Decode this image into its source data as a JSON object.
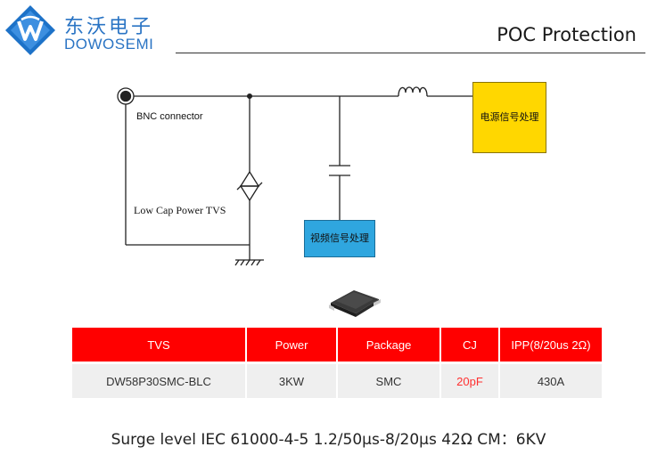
{
  "brand": {
    "name_cn": "东沃电子",
    "name_en": "DOWOSEMI",
    "logo_icon": "dw-diamond-logo",
    "color": "#2a74c4"
  },
  "page": {
    "title": "POC Protection"
  },
  "circuit": {
    "bnc_label": "BNC connector",
    "tvs_label": "Low Cap Power TVS",
    "power_block_label": "电源信号处理",
    "video_block_label": "视频信号处理",
    "power_block_color": "#ffd700",
    "video_block_color": "#2fa6df"
  },
  "table": {
    "header_color": "#ff0000",
    "highlight_color": "#ff3030",
    "headers": [
      "TVS",
      "Power",
      "Package",
      "CJ",
      "IPP(8/20us 2Ω)"
    ],
    "rows": [
      [
        "DW58P30SMC-BLC",
        "3KW",
        "SMC",
        "20pF",
        "430A"
      ]
    ]
  },
  "footer": {
    "note": "Surge level IEC 61000-4-5 1.2/50µs-8/20µs 42Ω   CM：6KV"
  }
}
